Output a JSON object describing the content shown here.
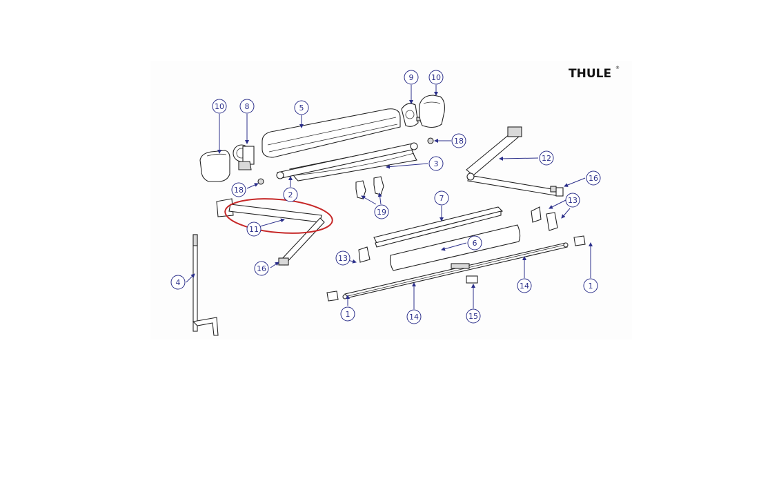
{
  "logo": {
    "brand": "THULE",
    "mark": "®"
  },
  "colors": {
    "callout": "#2b2f8a",
    "highlight": "#c62828",
    "line": "#222222"
  },
  "callouts": [
    {
      "id": "c-10a",
      "label": "10"
    },
    {
      "id": "c-8",
      "label": "8"
    },
    {
      "id": "c-5",
      "label": "5"
    },
    {
      "id": "c-9",
      "label": "9"
    },
    {
      "id": "c-10b",
      "label": "10"
    },
    {
      "id": "c-18a",
      "label": "18"
    },
    {
      "id": "c-3",
      "label": "3"
    },
    {
      "id": "c-12",
      "label": "12"
    },
    {
      "id": "c-16a",
      "label": "16"
    },
    {
      "id": "c-18b",
      "label": "18"
    },
    {
      "id": "c-2",
      "label": "2"
    },
    {
      "id": "c-19",
      "label": "19"
    },
    {
      "id": "c-7",
      "label": "7"
    },
    {
      "id": "c-13a",
      "label": "13"
    },
    {
      "id": "c-11",
      "label": "11"
    },
    {
      "id": "c-6",
      "label": "6"
    },
    {
      "id": "c-13b",
      "label": "13"
    },
    {
      "id": "c-16b",
      "label": "16"
    },
    {
      "id": "c-4",
      "label": "4"
    },
    {
      "id": "c-14a",
      "label": "14"
    },
    {
      "id": "c-1a",
      "label": "1"
    },
    {
      "id": "c-1b",
      "label": "1"
    },
    {
      "id": "c-14b",
      "label": "14"
    },
    {
      "id": "c-15",
      "label": "15"
    }
  ],
  "highlight": {
    "part": "11"
  }
}
